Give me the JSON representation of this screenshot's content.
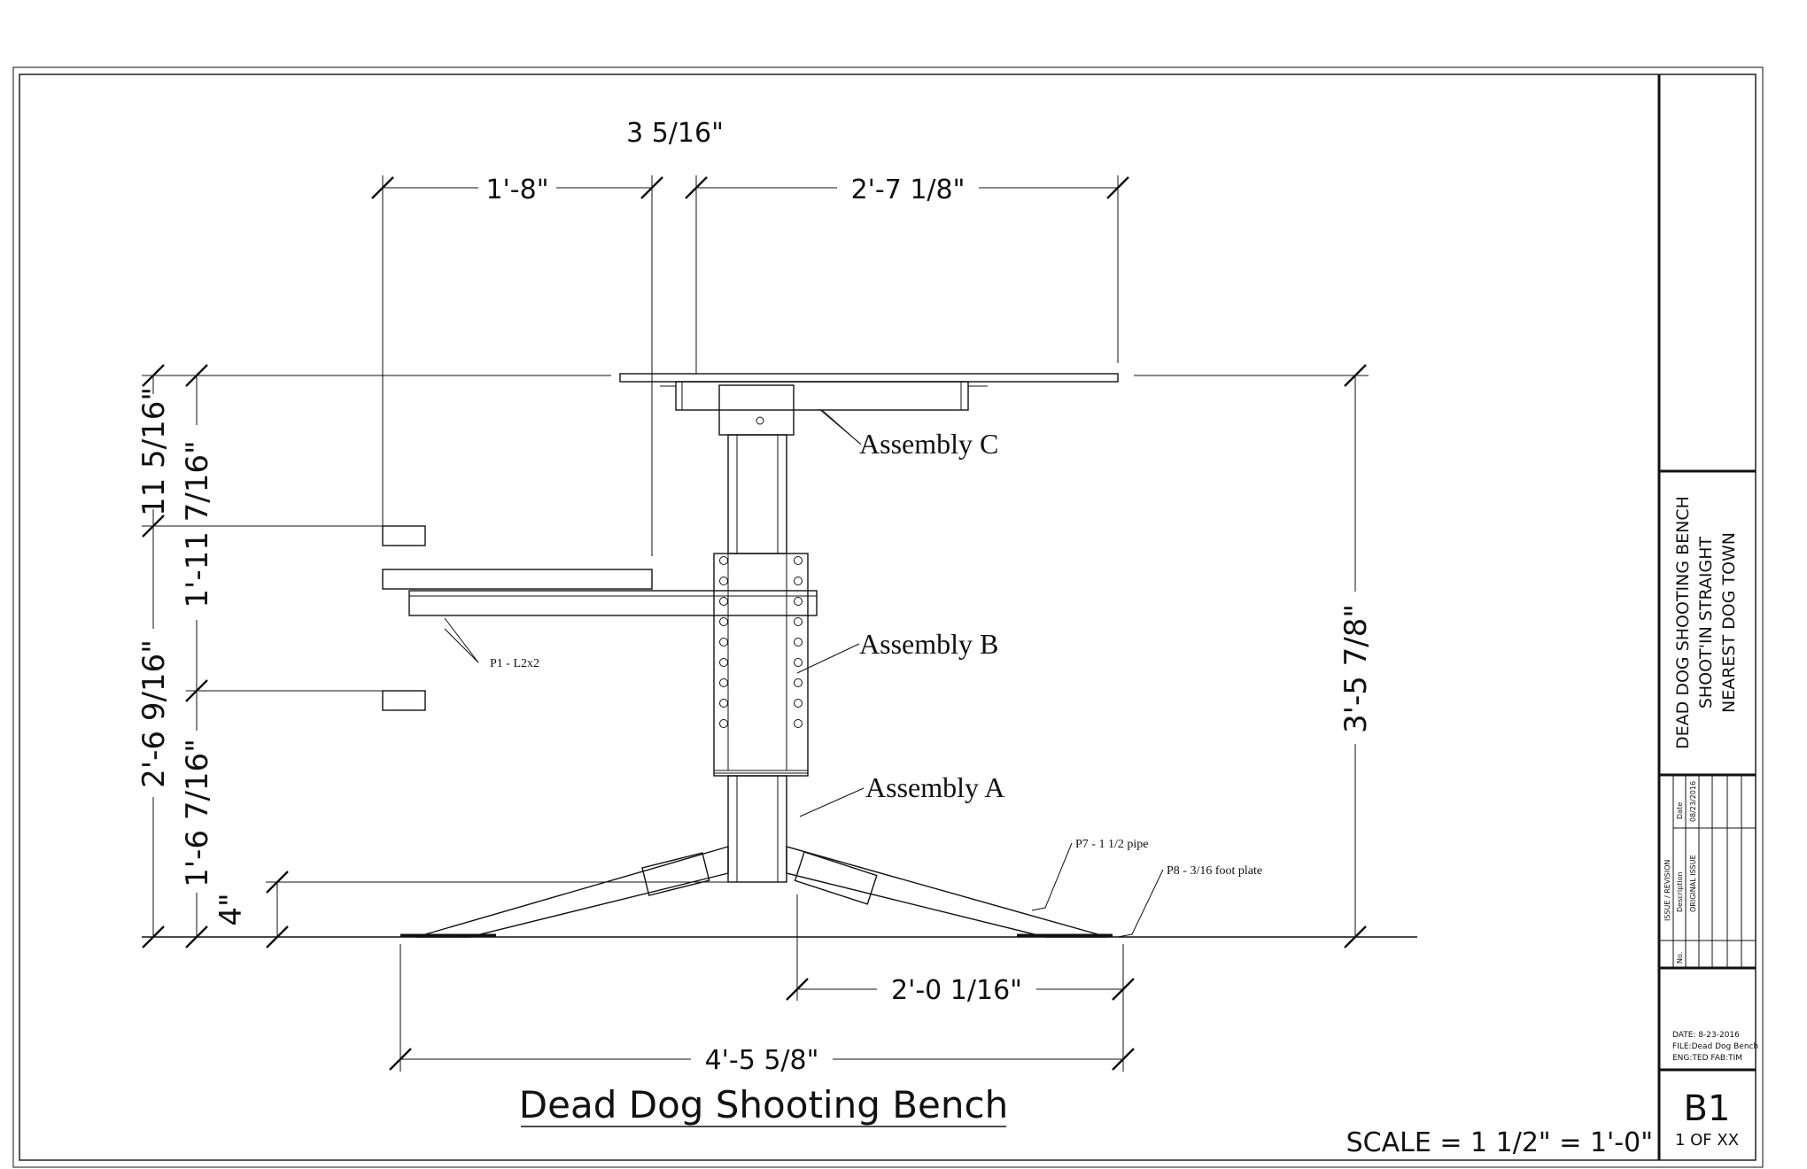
{
  "drawing": {
    "title": "Dead Dog Shooting Bench",
    "scale_note": "SCALE = 1 1/2\" = 1'-0\"",
    "dimensions": {
      "top_gap": "3 5/16\"",
      "seat_reach": "1'-8\"",
      "table_reach": "2'-7 1/8\"",
      "overall_height": "3'-5 7/8\"",
      "top_to_seat": "11 5/16\"",
      "top_to_lower_seat": "1'-11 7/16\"",
      "seat_height": "2'-6 9/16\"",
      "lower_seat_height": "1'-6 7/16\"",
      "foot_height": "4\"",
      "leg_half_span": "2'-0 1/16\"",
      "leg_span": "4'-5 5/8\""
    },
    "callouts": {
      "assembly_c": "Assembly C",
      "assembly_b": "Assembly B",
      "assembly_a": "Assembly A",
      "p1": "P1 - L2x2",
      "p7": "P7 - 1 1/2 pipe",
      "p8": "P8 - 3/16 foot plate"
    }
  },
  "title_block": {
    "project_lines": [
      "DEAD DOG SHOOTING BENCH",
      "SHOOT'IN STRAIGHT",
      "NEAREST DOG TOWN"
    ],
    "revision": {
      "heading": "ISSUE / REVISION",
      "col_no": "No.",
      "col_description": "Description",
      "col_date": "Date",
      "row_description": "ORIGINAL ISSUE",
      "row_date": "08/23/2016"
    },
    "info": {
      "date": "DATE: 8-23-2016",
      "file": "FILE:Dead Dog Bench",
      "eng": "ENG:TED   FAB:TIM"
    },
    "sheet": "B1",
    "sheet_count": "1 OF XX"
  }
}
